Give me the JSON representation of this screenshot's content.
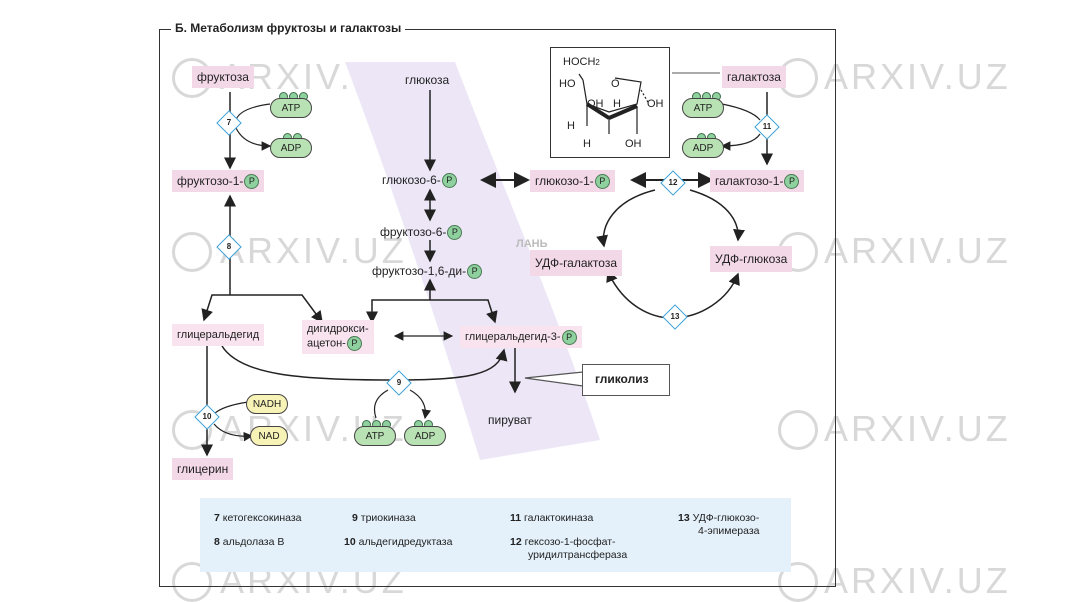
{
  "title": "Б. Метаболизм фруктозы и галактозы",
  "metabolites": {
    "fructose": "фруктоза",
    "fructose_1p": "фруктозо-1-",
    "glucose": "глюкоза",
    "glucose_6p": "глюкозо-6-",
    "fructose_6p": "фруктозо-6-",
    "fructose_16bp": "фруктозо-1,6-ди-",
    "glucose_1p": "глюкозо-1-",
    "galactose": "галактоза",
    "galactose_1p": "галактозо-1-",
    "udp_galactose": "УДФ-галактоза",
    "udp_glucose": "УДФ-глюкоза",
    "glyceraldehyde": "глицеральдегид",
    "dhap_line1": "дигидрокси-",
    "dhap_line2": "ацетон-",
    "gap": "глицеральдегид-3-",
    "pyruvate": "пируват",
    "glycerol": "глицерин"
  },
  "phosphate": "P",
  "cofactors": {
    "atp": "ATP",
    "adp": "ADP",
    "nadh": "NADH",
    "nad": "NAD"
  },
  "glycolysis_label": "гликолиз",
  "enzyme_numbers": [
    "7",
    "8",
    "9",
    "10",
    "11",
    "12",
    "13"
  ],
  "structure": {
    "ch2oh": "HOCH",
    "sub2": "2",
    "ring_o": "O",
    "oh": "OH",
    "ho": "HO",
    "h": "H"
  },
  "legend": [
    {
      "num": "7",
      "name": "кетогексокиназа"
    },
    {
      "num": "8",
      "name": "альдолаза В"
    },
    {
      "num": "9",
      "name": "триокиназа"
    },
    {
      "num": "10",
      "name": "альдегидредуктаза"
    },
    {
      "num": "11",
      "name": "галактокиназа"
    },
    {
      "num": "12",
      "name": "гексозо-1-фосфат-",
      "name2": "уридилтрансфераза"
    },
    {
      "num": "13",
      "name": "УДФ-глюкозо-",
      "name2": "4-эпимераза"
    }
  ],
  "watermark": {
    "text": "ARXIV.UZ",
    "publisher": "ЛАНЬ"
  },
  "colors": {
    "metabolite_box": "#f3d8e8",
    "enzyme_diamond": "#3aa0d8",
    "phosphate_green": "#8fd19e",
    "nad_yellow": "#f7f2b6",
    "glycolysis_band": "#ece6f6",
    "legend_bg": "#e4f1fa"
  }
}
